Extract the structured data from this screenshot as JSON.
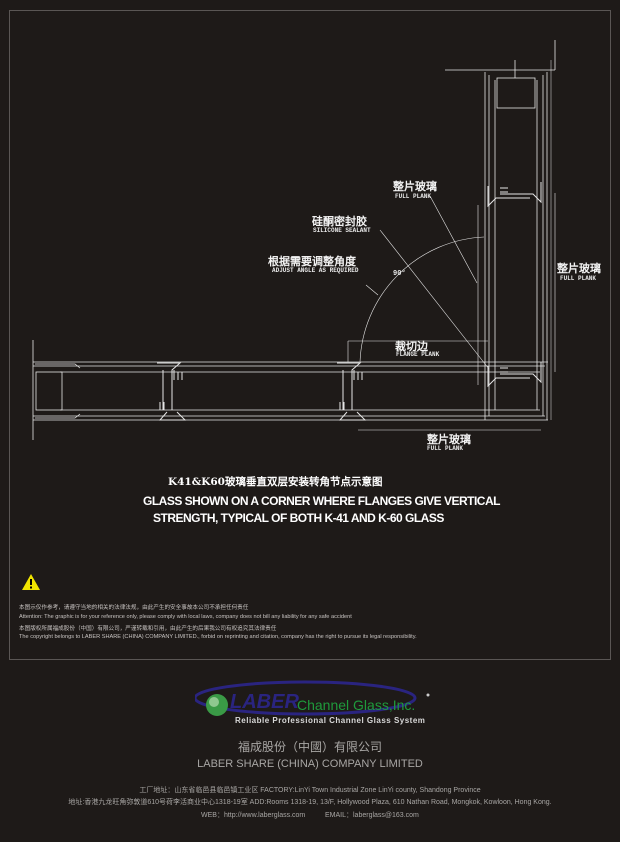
{
  "drawing": {
    "labels": [
      {
        "cn": "整片玻璃",
        "en": "FULL PLANK"
      },
      {
        "cn": "硅酮密封胶",
        "en": "SILICONE SEALANT"
      },
      {
        "cn": "根据需要调整角度",
        "en": "ADJUST ANGLE AS REQUIRED"
      },
      {
        "cn": "整片玻璃",
        "en": "FULL PLANK"
      },
      {
        "cn": "裁切边",
        "en": "FLANGE PLANK"
      },
      {
        "cn": "整片玻璃",
        "en": "FULL PLANK"
      }
    ],
    "angle": "90°",
    "line_color": "#e6e6e6"
  },
  "title": {
    "cn": "K41&K60玻璃垂直双层安装转角节点示意图",
    "en_line1": "GLASS SHOWN ON A CORNER WHERE FLANGES GIVE VERTICAL",
    "en_line2": "STRENGTH, TYPICAL OF BOTH K-41 AND K-60 GLASS"
  },
  "notes": {
    "icon": "warning-icon",
    "icon_color": "#f0e400",
    "lines": [
      "本图示仅作参考，请遵守当地的相关的法律法规，由此产生的安全事故本公司不承担任何责任",
      "Attention: The graphic is for your reference only,  please comply with local laws, company does not bill any liability for any safe accident",
      "本图版权所属福成股份（中国）有限公司，严谨转载和引用，由此产生的后果我公司有权追究其法律责任",
      "The copyright belongs to LABER SHARE (CHINA) COMPANY LIMITED., forbid on reprinting and citation, company has the right to pursue its legal responsibility."
    ]
  },
  "footer": {
    "logo": {
      "brand": "LABER",
      "name": "Channel Glass,Inc.",
      "tagline": "Reliable Professional Channel Glass System",
      "brand_color": "#2a2480",
      "name_color": "#1f9a3c"
    },
    "company_cn": "福成股份（中國）有限公司",
    "company_en": "LABER SHARE (CHINA) COMPANY LIMITED",
    "factory": "工厂地址：山东省临邑县临邑镇工业区    FACTORY:LinYi Town Industrial Zone LinYi county, Shandong  Province",
    "address": "地址:香港九龙旺角弥敦道610号荷李活商业中心1318-19室  ADD:Rooms 1318-19, 13/F, Hollywood Plaza, 610 Nathan Road, Mongkok, Kowloon, Hong Kong.",
    "web": "WEB：http://www.laberglass.com",
    "email": "EMAIL：laberglass@163.com"
  }
}
